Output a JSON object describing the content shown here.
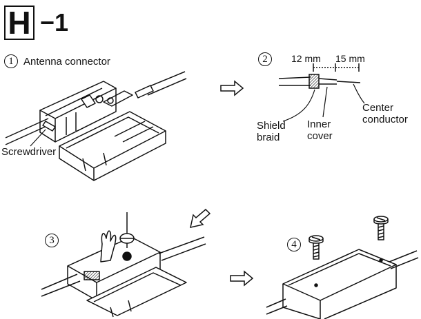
{
  "title": {
    "letter": "H",
    "suffix": "−1"
  },
  "steps": [
    {
      "number": "1",
      "label": "Antenna connector"
    },
    {
      "number": "2"
    },
    {
      "number": "3"
    },
    {
      "number": "4"
    }
  ],
  "labels": {
    "screwdriver": "Screwdriver",
    "dim_12": "12 mm",
    "dim_15": "15 mm",
    "center_conductor_1": "Center",
    "center_conductor_2": "conductor",
    "shield_braid_1": "Shield",
    "shield_braid_2": "braid",
    "inner_cover_1": "Inner",
    "inner_cover_2": "cover"
  }
}
